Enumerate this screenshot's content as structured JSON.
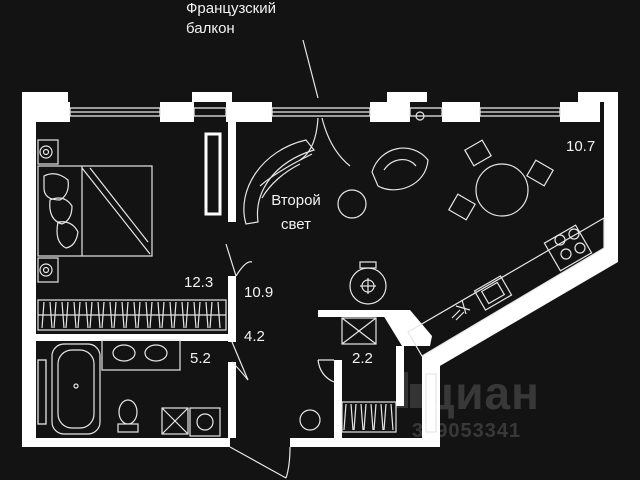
{
  "annotation": {
    "line1": "Французский",
    "line2": "балкон"
  },
  "rooms": {
    "bedroom_area": "12.3",
    "hall_area": "10.9",
    "living_area": "10.7",
    "corridor_area": "4.2",
    "bathroom_area": "5.2",
    "wc_area": "2.2"
  },
  "second_light": {
    "line1": "Второй",
    "line2": "свет"
  },
  "watermark": {
    "word": "циан",
    "listing_id": "319053341"
  },
  "colors": {
    "background": "#131313",
    "walls": "#ffffff",
    "lines": "#e6e6e6"
  }
}
